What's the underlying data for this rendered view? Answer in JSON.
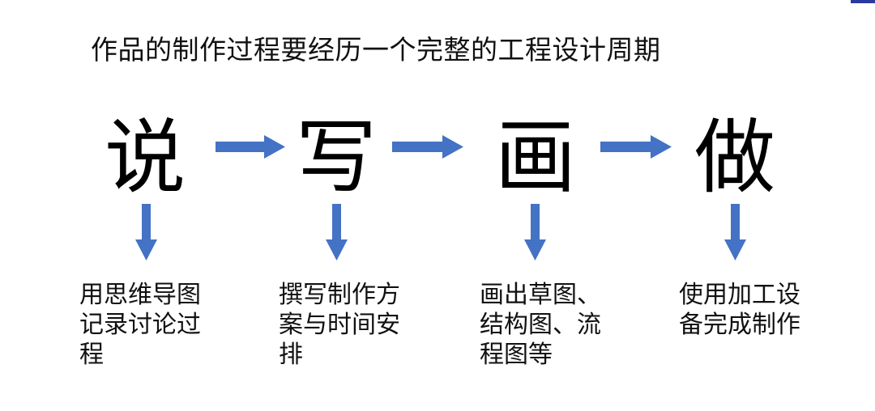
{
  "title": "作品的制作过程要经历一个完整的工程设计周期",
  "colors": {
    "arrow": "#4472c4",
    "accent_bar": "#2b3a9e"
  },
  "steps": [
    {
      "char": "说",
      "description": "用思维导图记录讨论过程"
    },
    {
      "char": "写",
      "description": "撰写制作方案与时间安排"
    },
    {
      "char": "画",
      "description": "画出草图、结构图、流程图等"
    },
    {
      "char": "做",
      "description": "使用加工设备完成制作"
    }
  ],
  "arrows": {
    "horizontal": [
      "right-arrow",
      "right-arrow",
      "right-arrow"
    ],
    "vertical": [
      "down-arrow",
      "down-arrow",
      "down-arrow",
      "down-arrow"
    ]
  }
}
